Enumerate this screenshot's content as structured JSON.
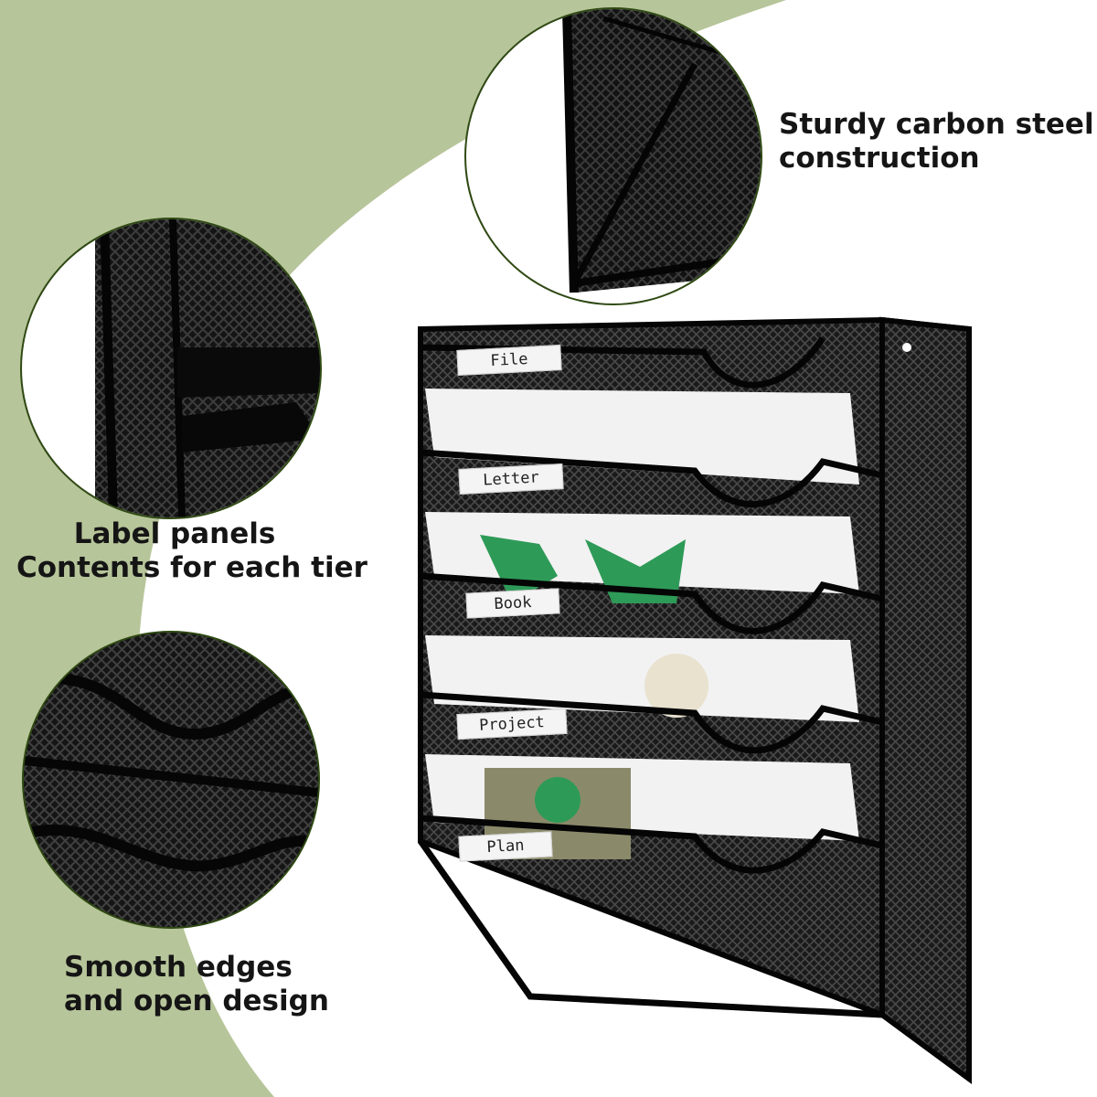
{
  "colors": {
    "sage_green": "#b7c59a",
    "circle_border": "#2f4a12",
    "mesh_black": "#141414",
    "paper_white": "#f2f2f2",
    "leaf_green": "#2e9a57"
  },
  "features": {
    "top_right": {
      "line1": "Sturdy carbon steel",
      "line2": "construction"
    },
    "middle_left": {
      "line1": "Label panels",
      "line2": "Contents for each tier"
    },
    "bottom_left": {
      "line1": "Smooth edges",
      "line2": "and open design"
    }
  },
  "product": {
    "tier_labels": [
      "File",
      "Letter",
      "Book",
      "Project",
      "Plan"
    ]
  }
}
